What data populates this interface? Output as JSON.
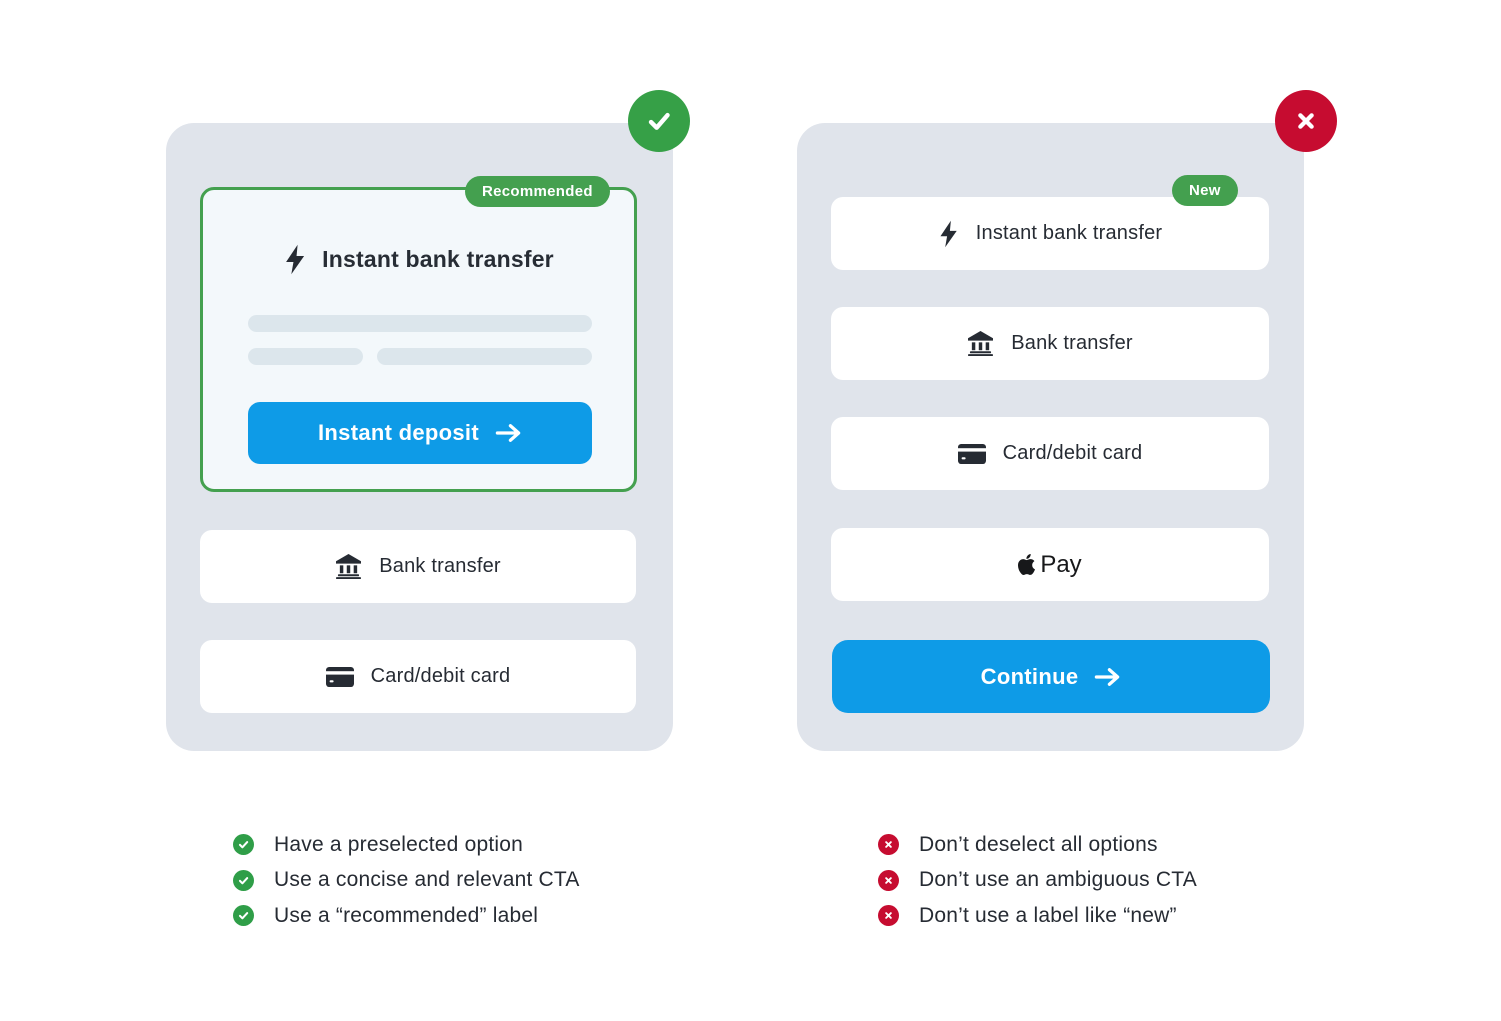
{
  "accent_colors": {
    "green": "#36A047",
    "red": "#C60C30",
    "blue": "#0E9BE7",
    "panel_bg": "#E0E4EB"
  },
  "do_panel": {
    "verdict": "check",
    "recommended_card": {
      "badge": "Recommended",
      "title": "Instant bank transfer",
      "title_icon": "bolt-icon",
      "cta_label": "Instant deposit",
      "cta_icon": "arrow-right-icon"
    },
    "options": [
      {
        "icon": "bank-icon",
        "label": "Bank transfer"
      },
      {
        "icon": "credit-card-icon",
        "label": "Card/debit card"
      }
    ],
    "guidelines": [
      "Have a preselected option",
      "Use a concise and relevant CTA",
      "Use a “recommended” label"
    ]
  },
  "dont_panel": {
    "verdict": "cross",
    "badge": "New",
    "options": [
      {
        "icon": "bolt-icon",
        "label": "Instant bank transfer"
      },
      {
        "icon": "bank-icon",
        "label": "Bank transfer"
      },
      {
        "icon": "credit-card-icon",
        "label": "Card/debit card"
      },
      {
        "icon": "apple-logo-icon",
        "label": "Pay"
      }
    ],
    "cta_label": "Continue",
    "cta_icon": "arrow-right-icon",
    "guidelines": [
      "Don’t deselect all options",
      "Don’t use an ambiguous CTA",
      "Don’t use a label like “new”"
    ]
  }
}
